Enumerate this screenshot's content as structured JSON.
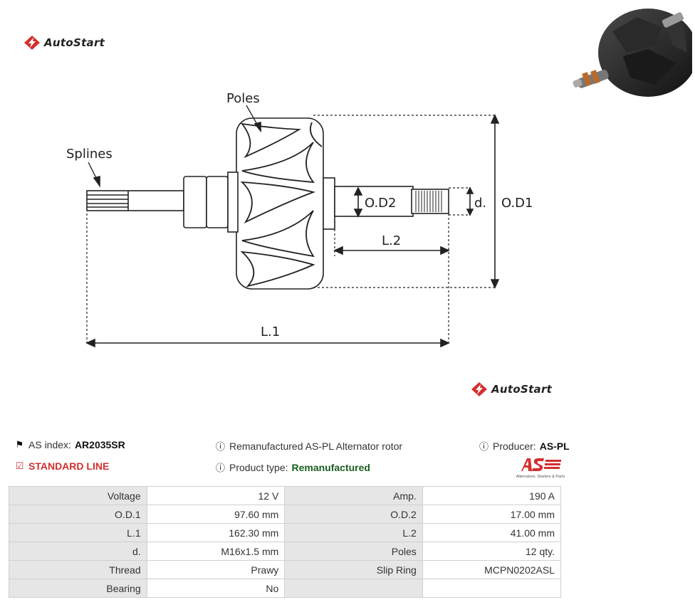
{
  "brand": {
    "name": "AutoStart"
  },
  "diagram": {
    "labels": {
      "poles": "Poles",
      "splines": "Splines",
      "od2": "O.D2",
      "d": "d.",
      "od1": "O.D1",
      "l2": "L.2",
      "l1": "L.1"
    }
  },
  "info": {
    "as_index_label": "AS index:",
    "as_index_value": "AR2035SR",
    "description": "Remanufactured AS-PL Alternator rotor",
    "producer_label": "Producer:",
    "producer_value": "AS-PL",
    "standard_line": "STANDARD LINE",
    "product_type_label": "Product type:",
    "product_type_value": "Remanufactured",
    "logo_tagline": "Alternators, Starters & Parts"
  },
  "specs": [
    {
      "l1": "Voltage",
      "v1": "12 V",
      "l2": "Amp.",
      "v2": "190 A"
    },
    {
      "l1": "O.D.1",
      "v1": "97.60 mm",
      "l2": "O.D.2",
      "v2": "17.00 mm"
    },
    {
      "l1": "L.1",
      "v1": "162.30 mm",
      "l2": "L.2",
      "v2": "41.00 mm"
    },
    {
      "l1": "d.",
      "v1": "M16x1.5 mm",
      "l2": "Poles",
      "v2": "12 qty."
    },
    {
      "l1": "Thread",
      "v1": "Prawy",
      "l2": "Slip Ring",
      "v2": "MCPN0202ASL"
    },
    {
      "l1": "Bearing",
      "v1": "No",
      "l2": "",
      "v2": ""
    }
  ]
}
